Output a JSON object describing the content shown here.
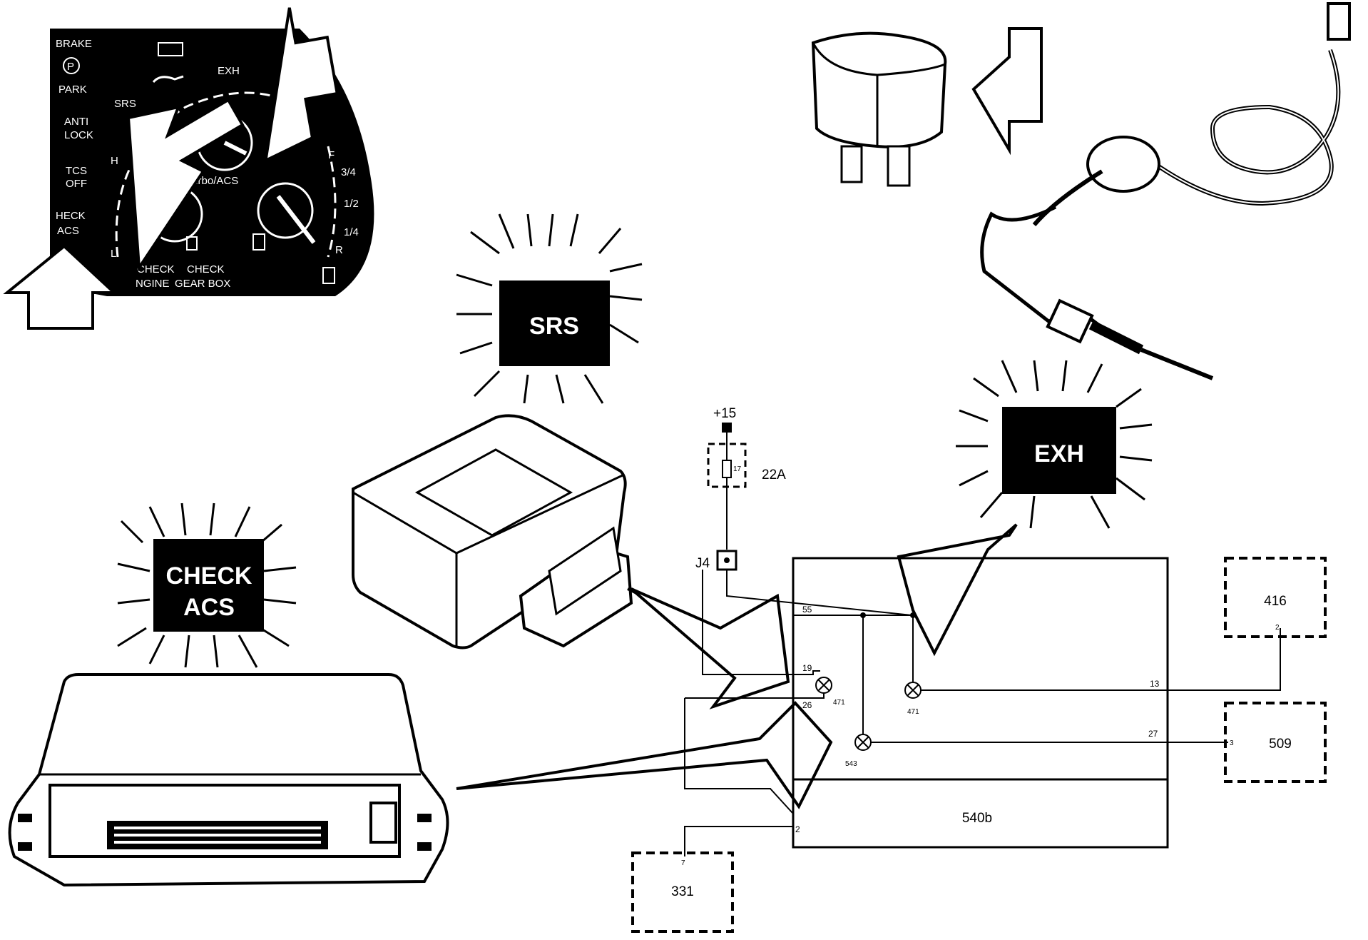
{
  "dashboard": {
    "brake": "BRAKE",
    "park": "PARK",
    "exh": "EXH",
    "srs": "SRS",
    "anti": "ANTI",
    "lock": "LOCK",
    "tcs": "TCS",
    "off": "OFF",
    "check": "HECK",
    "acs": "ACS",
    "turbo": "turbo/ACS",
    "check_engine_1": "CHECK",
    "check_engine_2": "NGINE",
    "check_gearbox_1": "CHECK",
    "check_gearbox_2": "GEAR BOX",
    "h": "H",
    "l": "L",
    "f": "F",
    "r": "R",
    "three_quarter": "3/4",
    "half": "1/2",
    "quarter": "1/4"
  },
  "lamps": {
    "srs": "SRS",
    "exh": "EXH",
    "check_acs_1": "CHECK",
    "check_acs_2": "ACS"
  },
  "schematic": {
    "supply": "+15",
    "fuse_num": "17",
    "fuse_label": "22A",
    "connector": "J4",
    "pin_55": "55",
    "pin_19": "19",
    "pin_26": "26",
    "pin_13": "13",
    "pin_27": "27",
    "pin_2": "2",
    "bulb_471a": "471",
    "bulb_471b": "471",
    "bulb_543": "543",
    "box_416": "416",
    "box_416_pin": "2",
    "box_509": "509",
    "box_509_pin": "3",
    "box_331": "331",
    "box_331_pin": "7",
    "box_540b": "540b"
  }
}
